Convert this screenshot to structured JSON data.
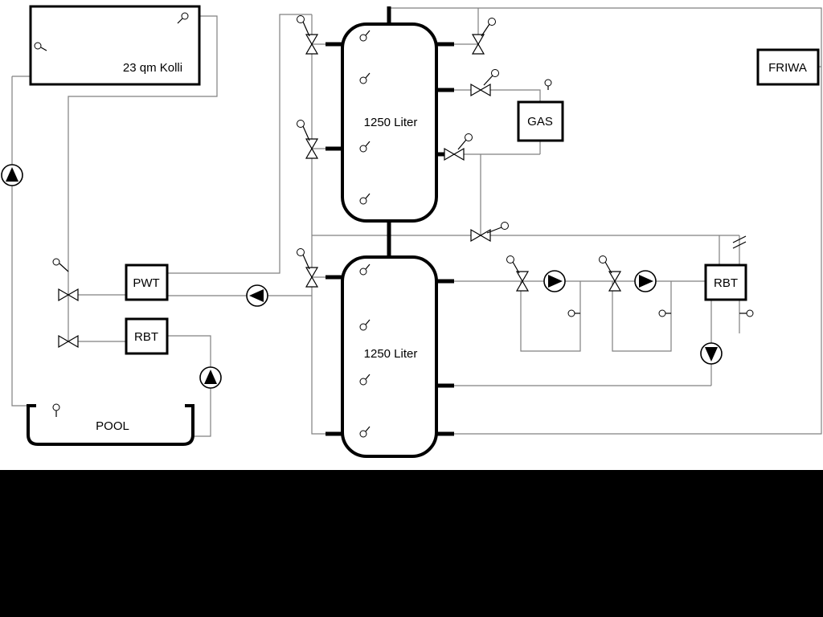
{
  "diagram": {
    "labels": {
      "collector": "23 qm Kolli",
      "tank_top": "1250 Liter",
      "tank_bottom": "1250 Liter",
      "gas": "GAS",
      "friwa": "FRIWA",
      "pwt": "PWT",
      "rbt_pool": "RBT",
      "rbt_dhw": "RBT",
      "pool": "POOL"
    },
    "colors": {
      "background": "#ffffff",
      "pipe": "#808080",
      "outline": "#000000",
      "footer": "#000000"
    }
  }
}
